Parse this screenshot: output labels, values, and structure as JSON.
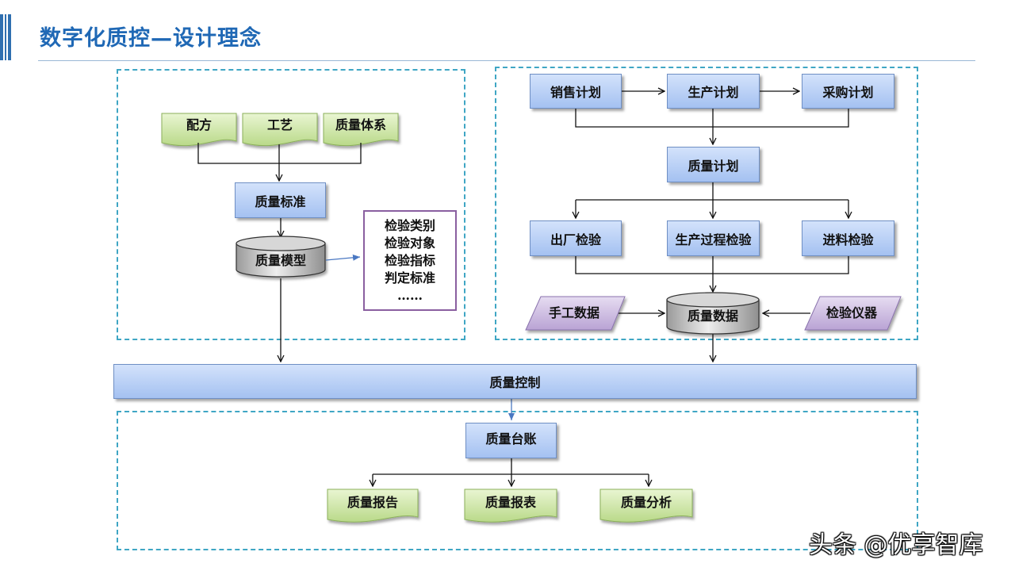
{
  "header": {
    "title": "数字化质控—设计理念"
  },
  "left_panel": {
    "docs": [
      "配方",
      "工艺",
      "质量体系"
    ],
    "standard": "质量标准",
    "model": "质量模型",
    "attributes": [
      "检验类别",
      "检验对象",
      "检验指标",
      "判定标准",
      "……"
    ]
  },
  "right_panel": {
    "plans": [
      "销售计划",
      "生产计划",
      "采购计划"
    ],
    "quality_plan": "质量计划",
    "inspections": [
      "出厂检验",
      "生产过程检验",
      "进料检验"
    ],
    "manual_data": "手工数据",
    "quality_data": "质量数据",
    "instruments": "检验仪器"
  },
  "control": {
    "label": "质量控制"
  },
  "bottom_panel": {
    "ledger": "质量台账",
    "outputs": [
      "质量报告",
      "质量报表",
      "质量分析"
    ]
  },
  "watermark": "头条 @优享智库",
  "colors": {
    "title": "#1f68b5",
    "dash": "#3fa6c4",
    "blue_node": "#a4c1f1",
    "doc_green": "#c6e29a",
    "parallelogram_purple": "#c7b4dc",
    "cylinder_grey": "#bdbdbd"
  }
}
